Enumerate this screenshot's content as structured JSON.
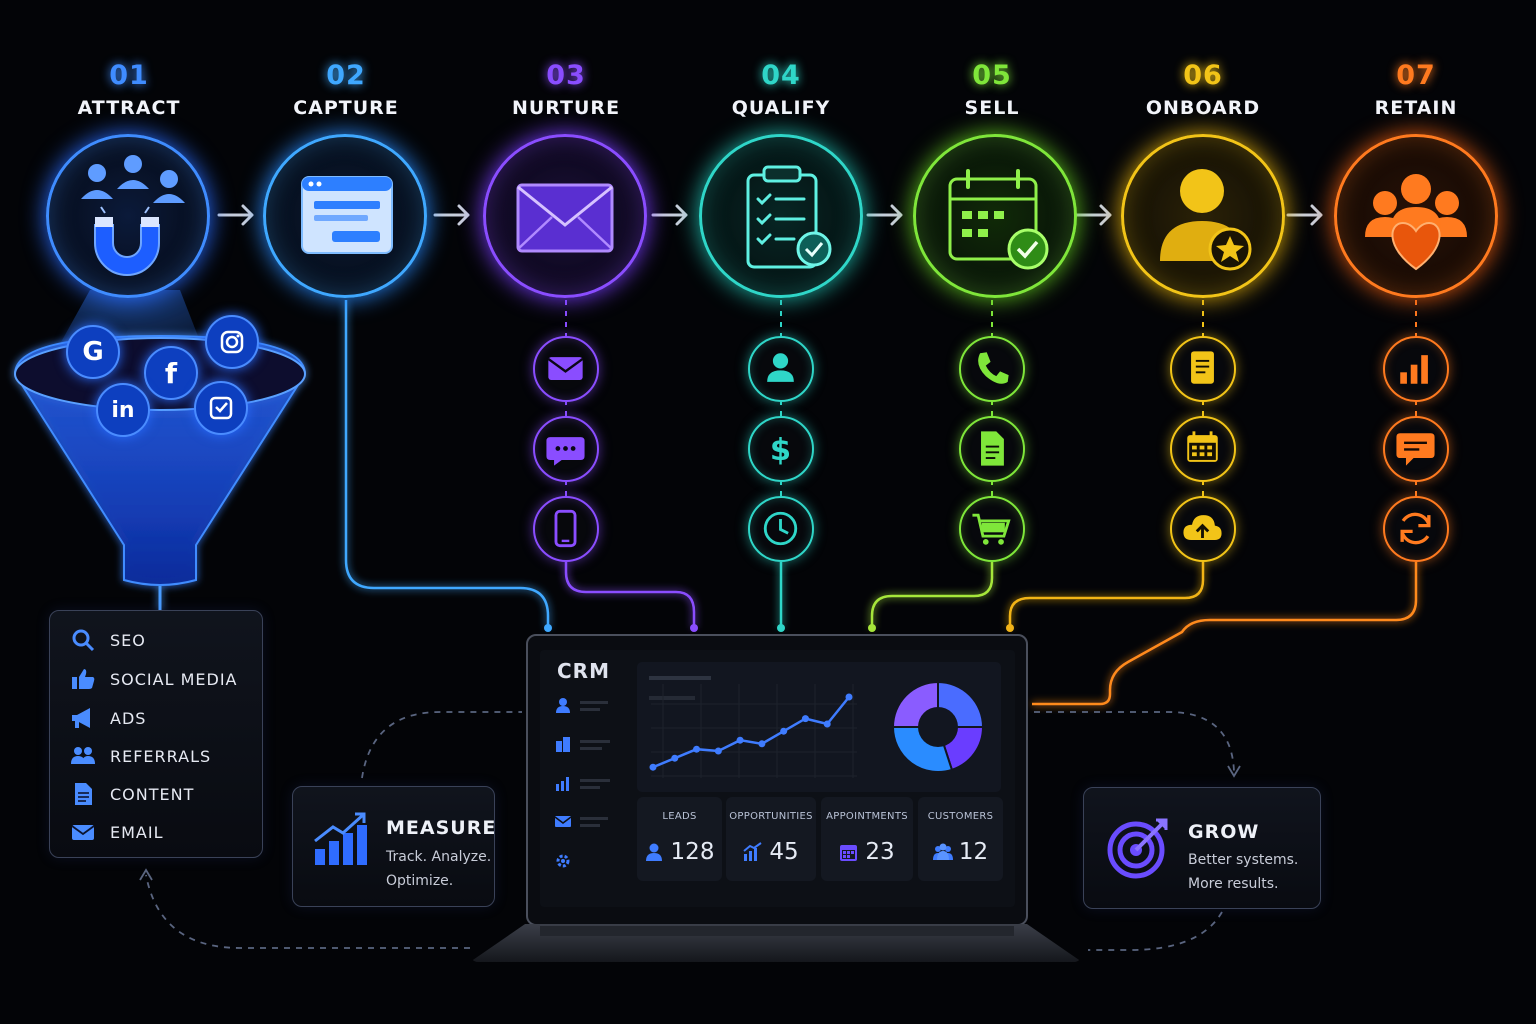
{
  "stages": [
    {
      "number": "01",
      "label": "ATTRACT",
      "color": "#3f8cff",
      "icon": "magnet-people-icon"
    },
    {
      "number": "02",
      "label": "CAPTURE",
      "color": "#3fa8ff",
      "icon": "form-window-icon"
    },
    {
      "number": "03",
      "label": "NURTURE",
      "color": "#8a4dff",
      "icon": "envelope-icon"
    },
    {
      "number": "04",
      "label": "QUALIFY",
      "color": "#2fd6c8",
      "icon": "checklist-icon"
    },
    {
      "number": "05",
      "label": "SELL",
      "color": "#7fe63a",
      "icon": "calendar-check-icon"
    },
    {
      "number": "06",
      "label": "ONBOARD",
      "color": "#f2c418",
      "icon": "user-star-icon"
    },
    {
      "number": "07",
      "label": "RETAIN",
      "color": "#ff7a1f",
      "icon": "community-heart-icon"
    }
  ],
  "sub_icons": {
    "nurture": [
      "email-icon",
      "chat-icon",
      "mobile-icon"
    ],
    "qualify": [
      "user-icon",
      "dollar-icon",
      "clock-icon"
    ],
    "sell": [
      "phone-icon",
      "document-icon",
      "cart-icon"
    ],
    "onboard": [
      "notes-icon",
      "calendar-icon",
      "cloud-upload-icon"
    ],
    "retain": [
      "bar-chart-icon",
      "message-icon",
      "refresh-icon"
    ]
  },
  "funnel_logos": [
    "G",
    "f",
    "in"
  ],
  "sources": {
    "items": [
      {
        "label": "SEO",
        "icon": "search-icon"
      },
      {
        "label": "SOCIAL MEDIA",
        "icon": "thumbs-up-icon"
      },
      {
        "label": "ADS",
        "icon": "megaphone-icon"
      },
      {
        "label": "REFERRALS",
        "icon": "people-icon"
      },
      {
        "label": "CONTENT",
        "icon": "document-icon"
      },
      {
        "label": "EMAIL",
        "icon": "mail-icon"
      }
    ]
  },
  "measure": {
    "title": "MEASURE",
    "line1": "Track. Analyze.",
    "line2": "Optimize."
  },
  "grow": {
    "title": "GROW",
    "line1": "Better systems.",
    "line2": "More results."
  },
  "crm": {
    "title": "CRM",
    "line_chart": [
      0.12,
      0.22,
      0.32,
      0.3,
      0.42,
      0.38,
      0.52,
      0.66,
      0.6,
      0.9
    ],
    "donut": [
      0.25,
      0.2,
      0.3,
      0.25
    ],
    "stats": [
      {
        "label": "LEADS",
        "value": "128",
        "icon": "user-icon"
      },
      {
        "label": "OPPORTUNITIES",
        "value": "45",
        "icon": "growth-chart-icon"
      },
      {
        "label": "APPOINTMENTS",
        "value": "23",
        "icon": "calendar-icon"
      },
      {
        "label": "CUSTOMERS",
        "value": "12",
        "icon": "group-icon"
      }
    ]
  }
}
